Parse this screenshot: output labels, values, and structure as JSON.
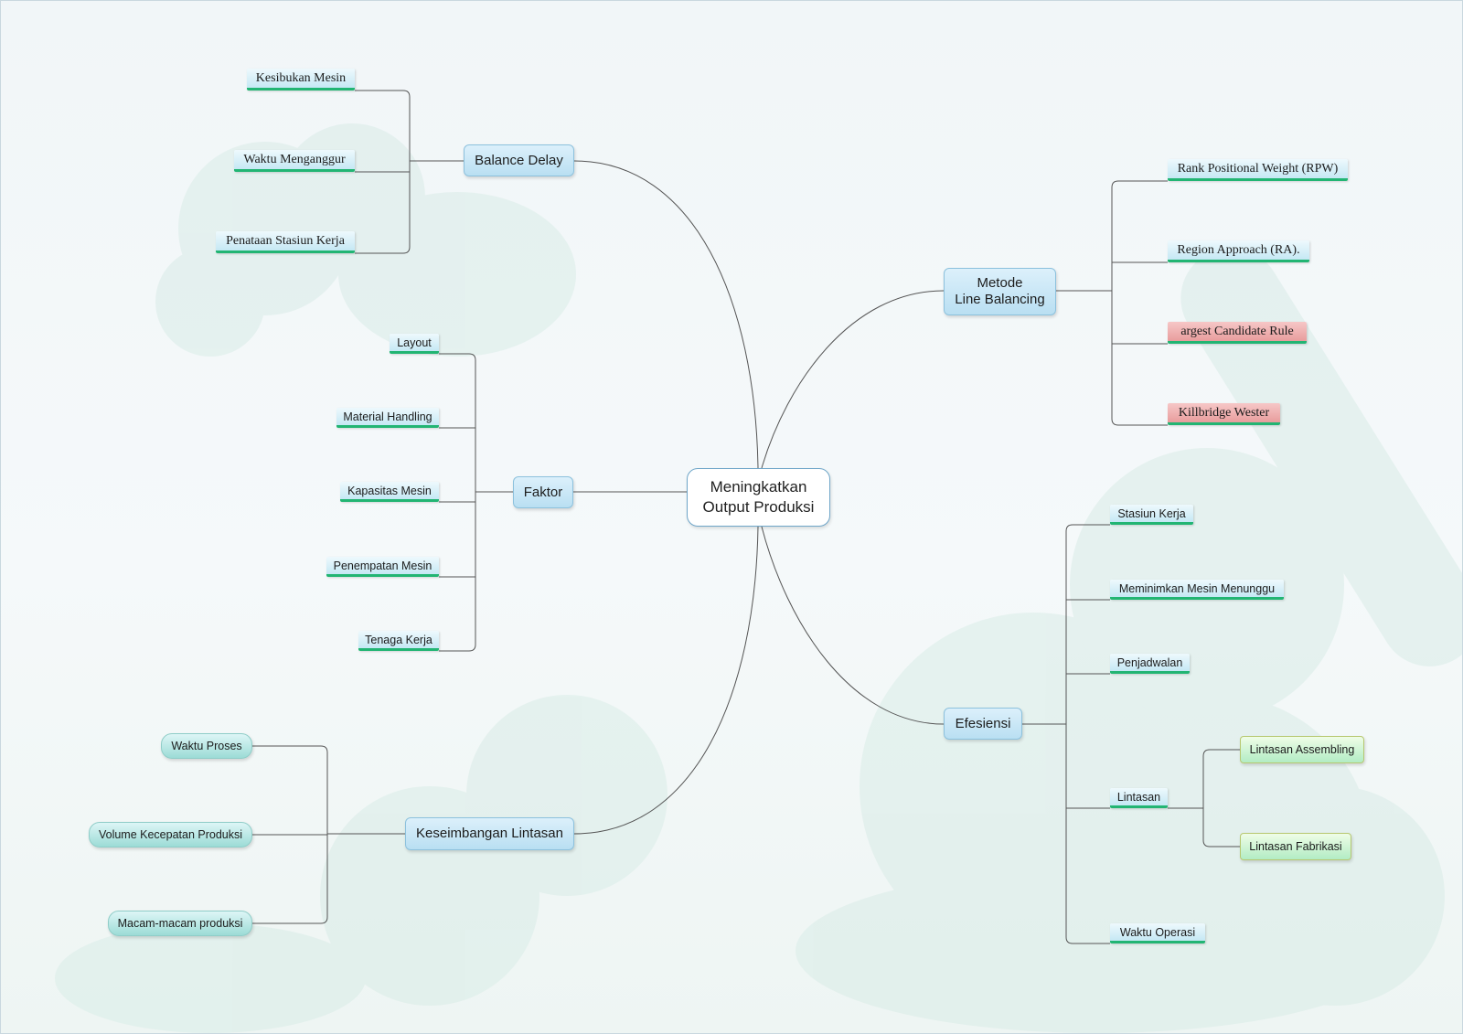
{
  "center": {
    "line1": "Meningkatkan",
    "line2": "Output Produksi"
  },
  "balance_delay": {
    "label": "Balance Delay",
    "items": [
      "Kesibukan Mesin",
      "Waktu Menganggur",
      "Penataan Stasiun Kerja"
    ]
  },
  "faktor": {
    "label": "Faktor",
    "items": [
      "Layout",
      "Material Handling",
      "Kapasitas Mesin",
      "Penempatan Mesin",
      "Tenaga Kerja"
    ]
  },
  "keseimbangan": {
    "label": "Keseimbangan Lintasan",
    "items": [
      "Waktu Proses",
      "Volume Kecepatan Produksi",
      "Macam-macam produksi"
    ]
  },
  "metode": {
    "line1": "Metode",
    "line2": "Line Balancing",
    "items": [
      "Rank Positional Weight (RPW)",
      "Region Approach (RA).",
      "argest Candidate Rule",
      "Killbridge Wester"
    ]
  },
  "efesiensi": {
    "label": "Efesiensi",
    "items": [
      "Stasiun Kerja",
      "Meminimkan Mesin  Menunggu",
      "Penjadwalan",
      "Lintasan",
      "Waktu  Operasi"
    ],
    "lintasan_items": [
      "Lintasan Assembling",
      "Lintasan Fabrikasi"
    ]
  },
  "colors": {
    "line": "#555555",
    "underline": "#22b573",
    "main_fill": "#b9dff2",
    "highlight": "#e89d9d",
    "cloud": "#d6ebe6"
  }
}
